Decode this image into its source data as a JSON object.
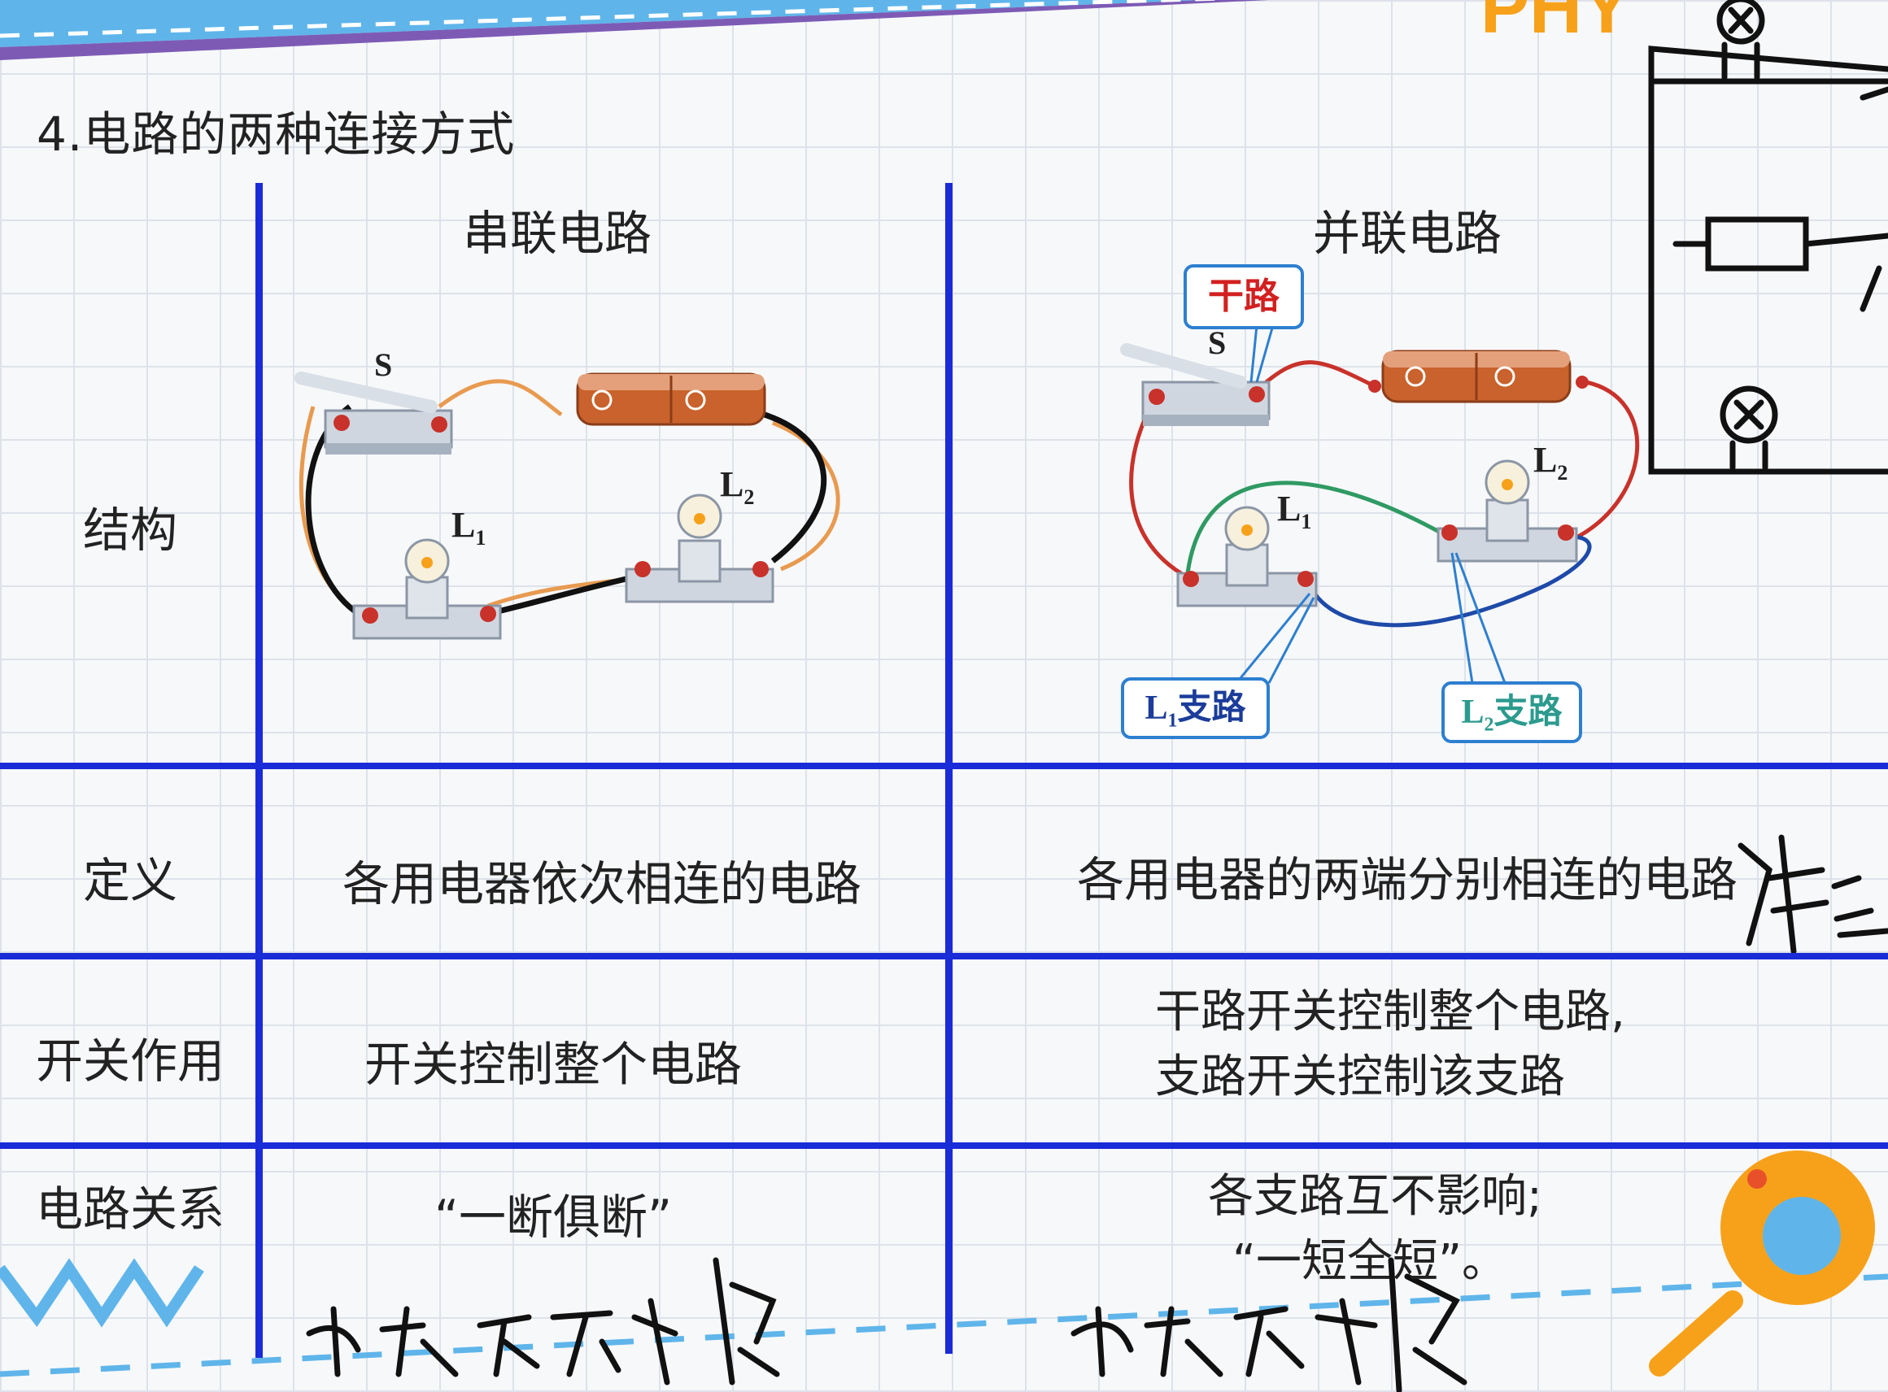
{
  "heading": "4.电路的两种连接方式",
  "columns": {
    "series": "串联电路",
    "parallel": "并联电路"
  },
  "rows": {
    "structure": {
      "label": "结构"
    },
    "definition": {
      "label": "定义",
      "series": "各用电器依次相连的电路",
      "parallel": "各用电器的两端分别相连的电路"
    },
    "switch": {
      "label": "开关作用",
      "series": "开关控制整个电路",
      "parallel_line1": "干路开关控制整个电路,",
      "parallel_line2": "支路开关控制该支路"
    },
    "relation": {
      "label": "电路关系",
      "series": "“一断俱断”",
      "parallel_line1": "各支路互不影响;",
      "parallel_line2": "“一短全短”。"
    }
  },
  "diagram": {
    "switch_letter": "S",
    "lamp1": {
      "letter": "L",
      "sub": "1"
    },
    "lamp2": {
      "letter": "L",
      "sub": "2"
    },
    "labels": {
      "trunk": "干路",
      "branch1_prefix": "L",
      "branch1_sub": "1",
      "branch1_text": "支路",
      "branch2_prefix": "L",
      "branch2_sub": "2",
      "branch2_text": "支路"
    }
  },
  "handwriting_notes": {
    "definition_note": "独立",
    "series_note": "电流不分支",
    "parallel_note": "电流分支"
  },
  "colors": {
    "table_line": "#1a2bd8",
    "battery": "#c9622c",
    "wire_series_black": "#111111",
    "wire_orange": "#e89a4f",
    "wire_red": "#c8322a",
    "wire_green": "#2f9a63",
    "wire_blue": "#1e4aa8",
    "trunk_label": "#d22020",
    "branch1_label": "#1b3c9a",
    "branch2_label": "#2c9a8e",
    "accent_orange": "#f7a11a",
    "accent_blue": "#5fb5ea"
  }
}
